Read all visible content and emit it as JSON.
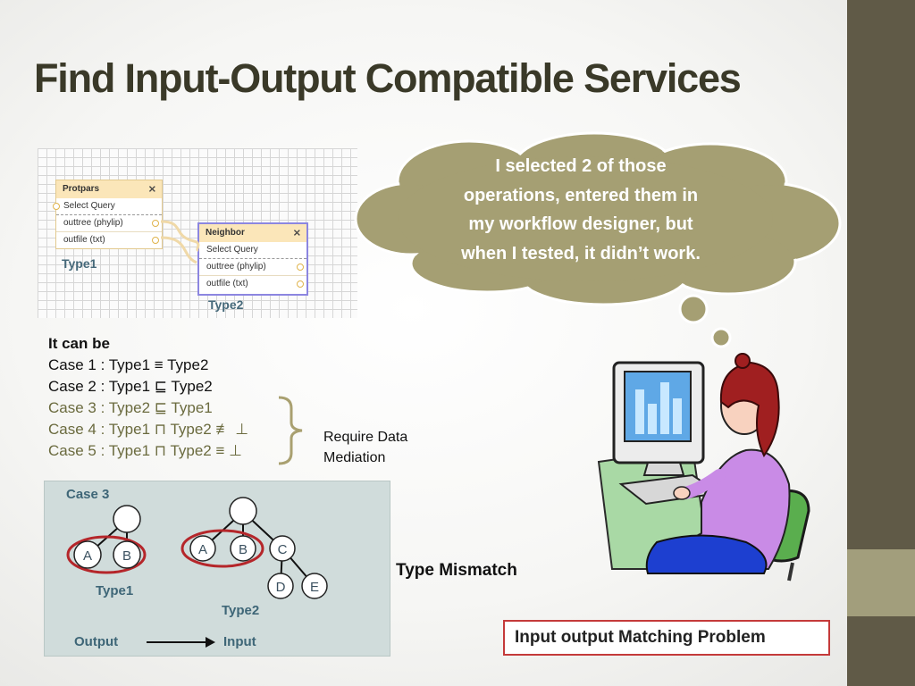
{
  "slide": {
    "title": "Find Input-Output Compatible Services"
  },
  "cloud": {
    "lines": [
      "I selected 2 of those",
      "operations, entered them in",
      "my workflow designer, but",
      "when I tested, it didn’t work."
    ],
    "fill_color": "#a59f73"
  },
  "workflow": {
    "card1": {
      "title": "Protpars",
      "rows": [
        "Select Query",
        "outtree (phylip)",
        "outfile (txt)"
      ]
    },
    "card2": {
      "title": "Neighbor",
      "rows": [
        "Select Query",
        "outtree (phylip)",
        "outfile (txt)"
      ]
    },
    "type1_label": "Type1",
    "type2_label": "Type2"
  },
  "cases": {
    "heading": "It can be",
    "items": [
      "Case 1 : Type1 ≡ Type2",
      "Case 2 : Type1 ⊑ Type2",
      "Case 3 : Type2 ⊑ Type1",
      "Case 4 : Type1 ⊓ Type2 ≢ ⊥",
      "Case 5 : Type1 ⊓ Type2 ≡ ⊥"
    ],
    "bracket_note_line1": "Require Data",
    "bracket_note_line2": "Mediation"
  },
  "case3": {
    "title": "Case 3",
    "tree1": {
      "nodes": [
        "A",
        "B"
      ],
      "label": "Type1"
    },
    "tree2": {
      "nodes": [
        "A",
        "B",
        "C",
        "D",
        "E"
      ],
      "label": "Type2"
    },
    "output_label": "Output",
    "input_label": "Input"
  },
  "mismatch_label": "Type Mismatch",
  "problem_label": "Input output Matching Problem",
  "colors": {
    "sidebar": "#605a47",
    "sidebar_band": "#a29e7c",
    "accent_red": "#c43a3a",
    "tree_highlight": "#b5262a"
  }
}
